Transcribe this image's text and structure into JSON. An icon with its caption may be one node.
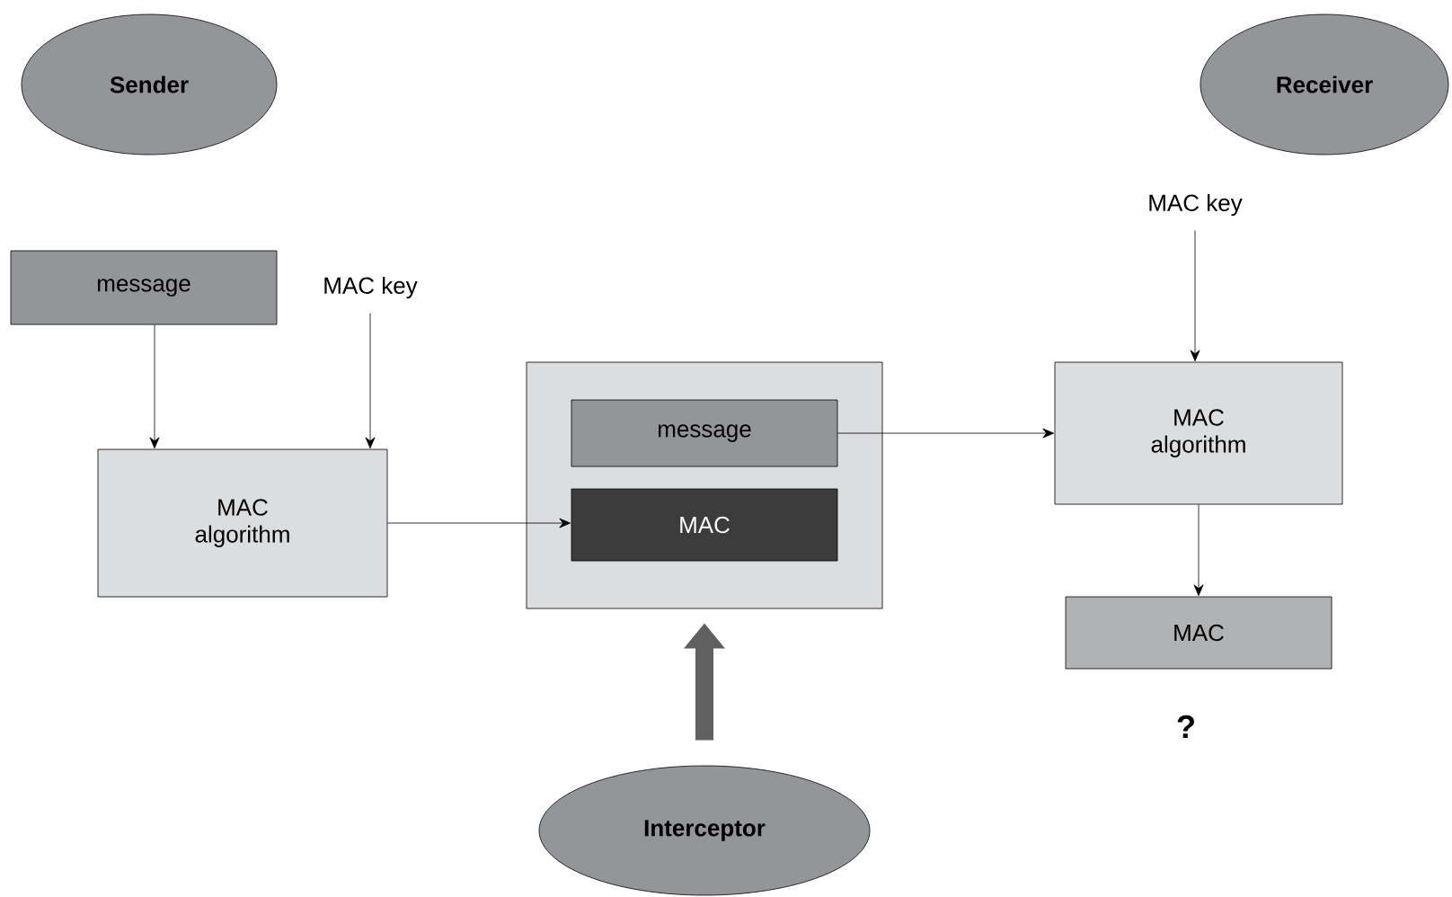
{
  "diagram": {
    "nodes": [
      {
        "text": [
          "Sender"
        ]
      },
      {
        "text": [
          "Receiver"
        ]
      },
      {
        "text": [
          "message"
        ]
      },
      {
        "text": [
          "MAC key"
        ]
      },
      {
        "text": [
          "MAC algorithm"
        ]
      },
      {
        "text": [],
        "shape": "box"
      },
      {
        "text": [
          "message"
        ],
        "in": 5
      },
      {
        "text": [
          "MAC"
        ],
        "in": 5
      },
      {
        "text": [
          "MAC key"
        ]
      },
      {
        "text": [
          "MAC algorithm"
        ]
      },
      {
        "text": [
          "MAC"
        ],
        "beside": [
          "?"
        ]
      },
      {
        "text": [
          "Interceptor"
        ]
      }
    ],
    "edges": [
      {
        "from": 2,
        "to": 4,
        "arrow": "to"
      },
      {
        "from": 3,
        "to": 4,
        "arrow": "to"
      },
      {
        "from": 4,
        "to": 7,
        "arrow": "to"
      },
      {
        "from": 6,
        "to": 9,
        "arrow": "to"
      },
      {
        "from": 8,
        "to": 9,
        "arrow": "to"
      },
      {
        "from": 9,
        "to": 10,
        "arrow": "to"
      },
      {
        "from": 11,
        "to": 5,
        "arrow": "to",
        "style": "thick",
        "color": "#606060"
      }
    ]
  }
}
